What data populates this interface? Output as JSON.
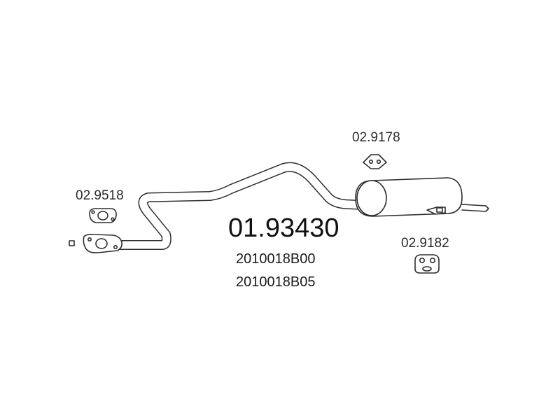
{
  "main_part_number": "01.93430",
  "oem_numbers": [
    "2010018B00",
    "2010018B05"
  ],
  "accessories": {
    "gasket": "02.9518",
    "hanger_top": "02.9178",
    "hanger_right": "02.9182"
  }
}
